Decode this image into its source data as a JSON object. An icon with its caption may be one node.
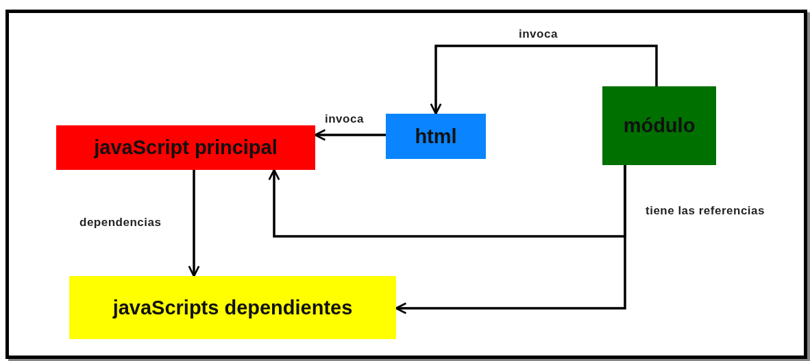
{
  "diagram": {
    "nodes": [
      {
        "text": [
          "javaScript principal"
        ]
      },
      {
        "text": [
          "html"
        ]
      },
      {
        "text": [
          "módulo"
        ]
      },
      {
        "text": [
          "javaScripts dependientes"
        ]
      }
    ],
    "edges": [
      {
        "from": 2,
        "to": 1,
        "arrow": "to",
        "label": "invoca"
      },
      {
        "from": 1,
        "to": 0,
        "arrow": "to",
        "label": "invoca"
      },
      {
        "from": 0,
        "to": 3,
        "arrow": "to",
        "label": "dependencias"
      },
      {
        "from": 2,
        "to": 0,
        "arrow": "to",
        "label": "tiene las referencias"
      },
      {
        "from": 2,
        "to": 3,
        "arrow": "to"
      }
    ]
  }
}
